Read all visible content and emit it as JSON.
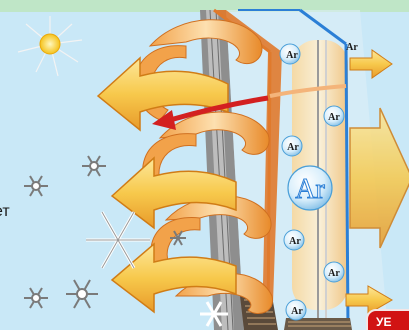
{
  "labels": {
    "ar_big": "Ar",
    "ar_1": "Ar",
    "ar_2": "Ar",
    "ar_3": "Ar",
    "ar_4": "Ar",
    "ar_5": "Ar",
    "ar_6": "Ar",
    "ar_7": "Ar",
    "cut_text": "ет",
    "badge": "УЕ"
  },
  "colors": {
    "sky": "#c9e8f7",
    "arrow_fill": "#f7c94c",
    "arrow_edge": "#e08a1e",
    "red_arrow": "#d32020",
    "frame_orange": "#e07a2c",
    "frame_blue": "#2b7fd6",
    "argon_fill": "#fbe2b4"
  },
  "icons": [
    "sun-icon",
    "snowflake-icon"
  ]
}
